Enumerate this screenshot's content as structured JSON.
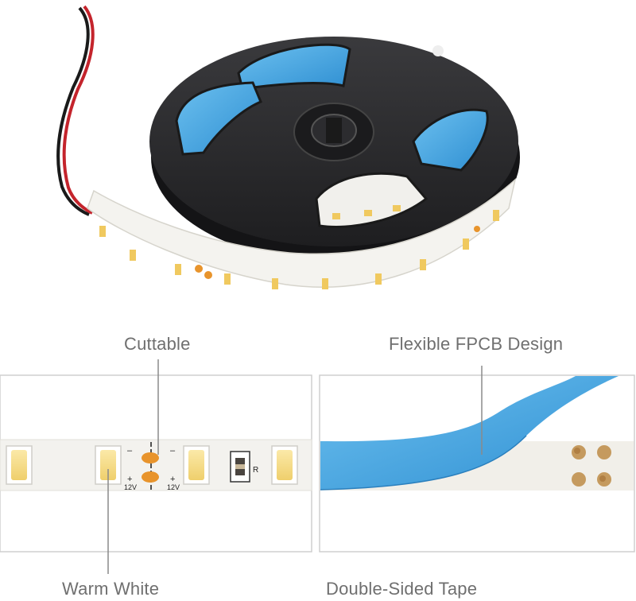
{
  "callouts": {
    "cuttable": "Cuttable",
    "flexible_fpcb": "Flexible FPCB Design",
    "warm_white": "Warm White",
    "double_sided_tape": "Double-Sided Tape"
  },
  "strip_markings": {
    "voltage": "12V",
    "plus": "+",
    "minus": "–",
    "resistor": "R"
  },
  "colors": {
    "reel": "#2b2b2e",
    "strip_white": "#f4f3ef",
    "led_warm": "#f6dc8c",
    "solder_pad": "#e8942c",
    "backing_tape": "#3fa4e0",
    "label_gray": "#6f6f6f"
  }
}
